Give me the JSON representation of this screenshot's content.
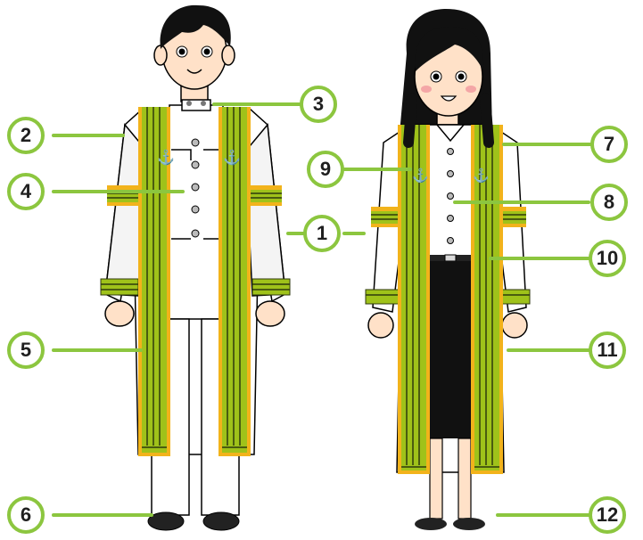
{
  "callouts": [
    "1",
    "2",
    "3",
    "4",
    "5",
    "6",
    "7",
    "8",
    "9",
    "10",
    "11",
    "12"
  ],
  "colors": {
    "callout_ring": "#8cc63f",
    "gown": "#ffffff",
    "stole_gold": "#f2b31b",
    "stole_green": "#9fc21a",
    "stole_dark": "#2f3a0d",
    "skin": "#ffe1c8",
    "hair": "#111111",
    "skirt": "#111111",
    "gown_shadow": "#d6d6d6"
  },
  "icons": [
    "anchor-icon",
    "button-icon",
    "shoe-icon"
  ]
}
